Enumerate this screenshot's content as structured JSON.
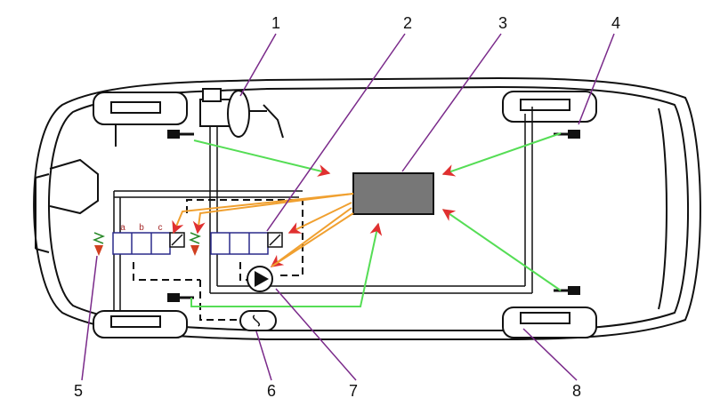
{
  "callouts": [
    {
      "id": "1",
      "label": "1"
    },
    {
      "id": "2",
      "label": "2"
    },
    {
      "id": "3",
      "label": "3"
    },
    {
      "id": "4",
      "label": "4"
    },
    {
      "id": "5",
      "label": "5"
    },
    {
      "id": "6",
      "label": "6"
    },
    {
      "id": "7",
      "label": "7"
    },
    {
      "id": "8",
      "label": "8"
    }
  ],
  "valve_positions": [
    "a",
    "b",
    "c"
  ],
  "colors": {
    "body_outline": "#111111",
    "ecu_fill": "#777777",
    "sensor_signal": "#55dd55",
    "control_signal": "#f0a030",
    "arrow_head": "#e03030",
    "callout_line": "#7a2a8a",
    "valve_frame": "#2a2a8a",
    "valve_letters": "#a52a2a",
    "spring": "#2a8a2a",
    "valve_arrow": "#d04020"
  }
}
